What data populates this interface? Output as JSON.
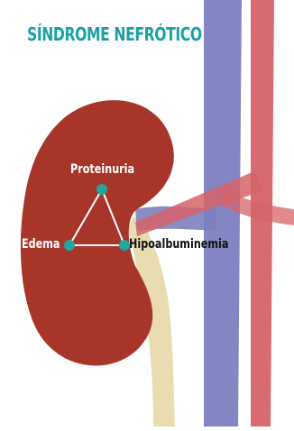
{
  "title": "SÍNDROME NEFRÓTICO",
  "labels": {
    "proteinuria": "Proteinuria",
    "edema": "Edema",
    "hipoalbuminemia": "Hipoalbuminemia"
  },
  "colors": {
    "title": "#1aa1a4",
    "kidney": "#a8352a",
    "vein": "#7c7fbf",
    "artery": "#d6636a",
    "ureter": "#e8dcb0",
    "node": "#22a6a0",
    "triangle": "#ffffff"
  }
}
